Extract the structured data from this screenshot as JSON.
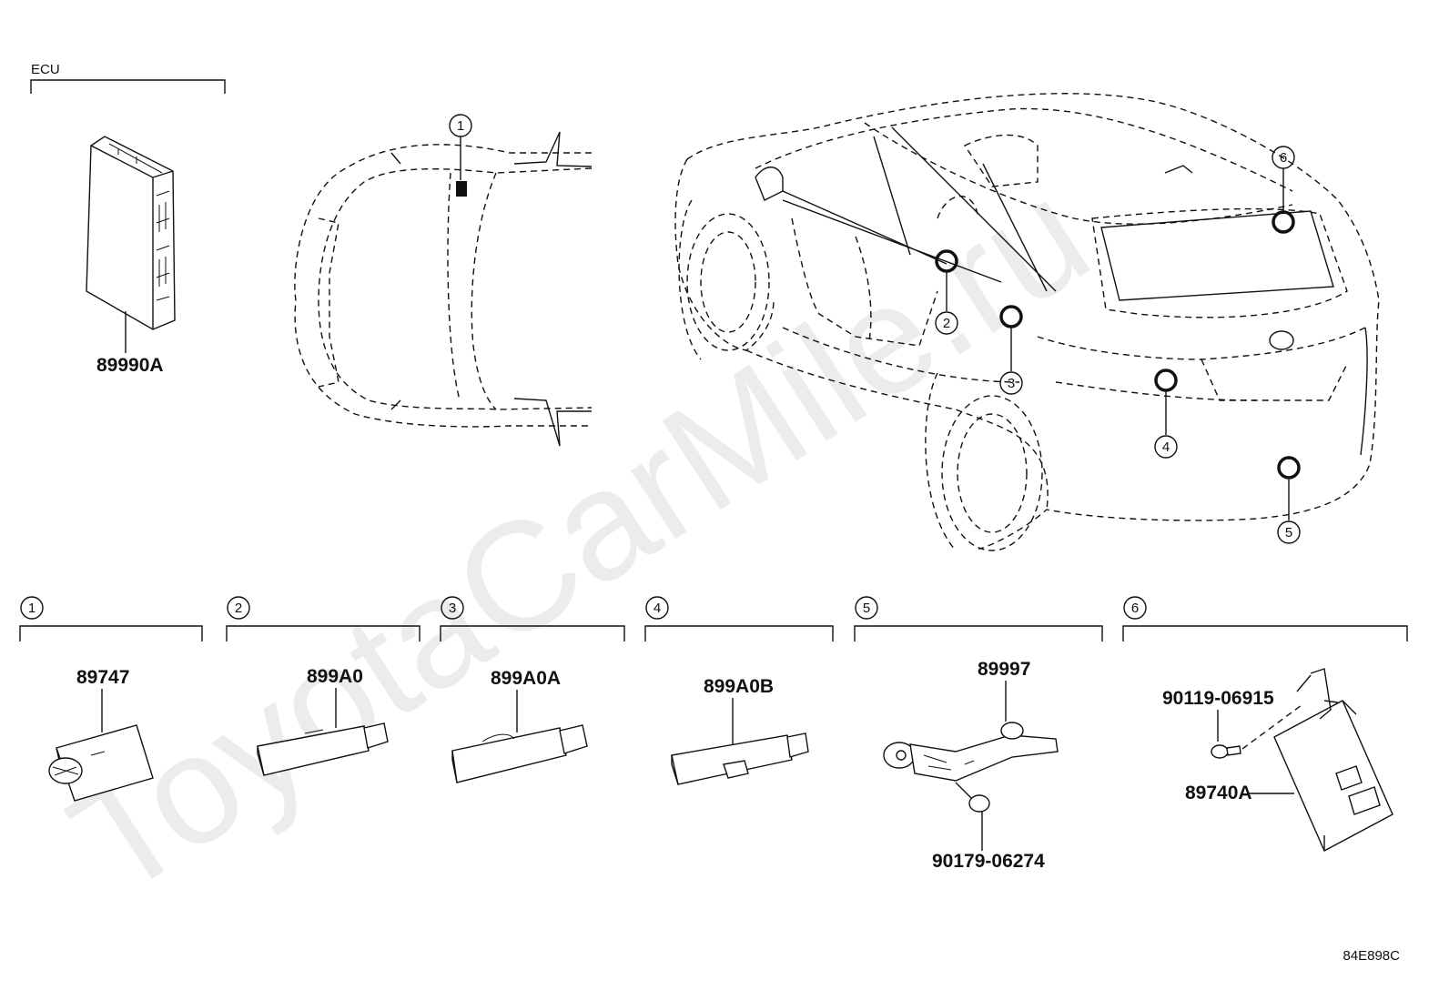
{
  "watermark": "ToyotaCarMile.ru",
  "ecu": {
    "header": "ECU",
    "part_number": "89990A"
  },
  "callouts": [
    "1",
    "2",
    "3",
    "4",
    "5",
    "6"
  ],
  "sections": [
    {
      "index": "1",
      "parts": [
        "89747"
      ]
    },
    {
      "index": "2",
      "parts": [
        "899A0"
      ]
    },
    {
      "index": "3",
      "parts": [
        "899A0A"
      ]
    },
    {
      "index": "4",
      "parts": [
        "899A0B"
      ]
    },
    {
      "index": "5",
      "parts": [
        "89997",
        "90179-06274"
      ]
    },
    {
      "index": "6",
      "parts": [
        "90119-06915",
        "89740A"
      ]
    }
  ],
  "diagram_code": "84E898C"
}
